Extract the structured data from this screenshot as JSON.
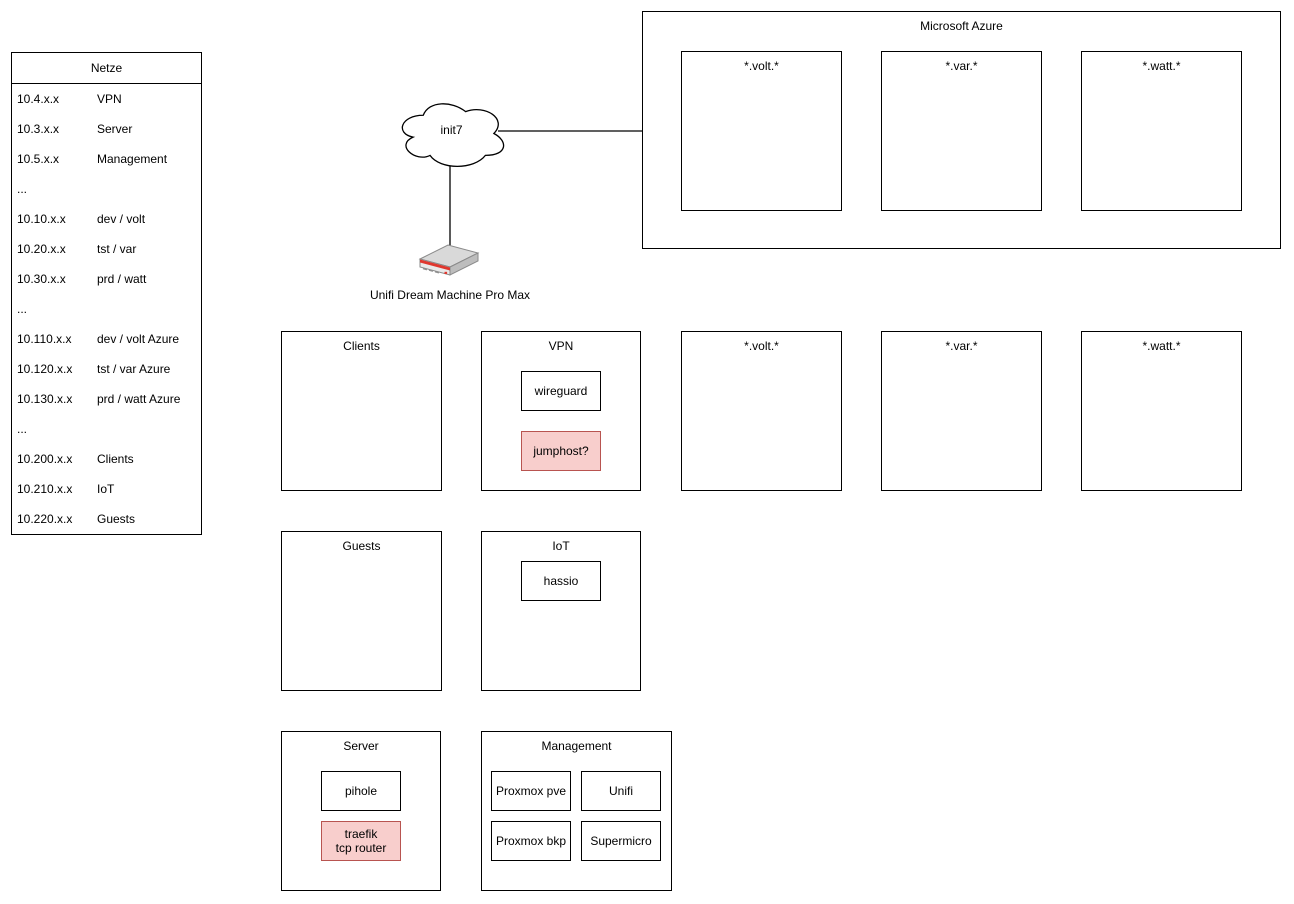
{
  "netze": {
    "title": "Netze",
    "rows": [
      {
        "ip": "10.4.x.x",
        "label": "VPN"
      },
      {
        "ip": "10.3.x.x",
        "label": "Server"
      },
      {
        "ip": "10.5.x.x",
        "label": "Management"
      },
      {
        "ip": "...",
        "label": ""
      },
      {
        "ip": "10.10.x.x",
        "label": "dev / volt"
      },
      {
        "ip": "10.20.x.x",
        "label": "tst / var"
      },
      {
        "ip": "10.30.x.x",
        "label": "prd / watt"
      },
      {
        "ip": "...",
        "label": ""
      },
      {
        "ip": "10.110.x.x",
        "label": "dev / volt Azure"
      },
      {
        "ip": "10.120.x.x",
        "label": "tst / var Azure"
      },
      {
        "ip": "10.130.x.x",
        "label": "prd / watt Azure"
      },
      {
        "ip": "...",
        "label": ""
      },
      {
        "ip": "10.200.x.x",
        "label": "Clients"
      },
      {
        "ip": "10.210.x.x",
        "label": "IoT"
      },
      {
        "ip": "10.220.x.x",
        "label": "Guests"
      }
    ]
  },
  "wan": {
    "cloud_label": "init7",
    "router_label": "Unifi Dream Machine Pro Max"
  },
  "azure": {
    "title": "Microsoft Azure",
    "zones": [
      {
        "label": "*.volt.*"
      },
      {
        "label": "*.var.*"
      },
      {
        "label": "*.watt.*"
      }
    ]
  },
  "networks": {
    "clients": {
      "title": "Clients"
    },
    "vpn": {
      "title": "VPN",
      "wireguard": "wireguard",
      "jumphost": "jumphost?"
    },
    "volt": {
      "title": "*.volt.*"
    },
    "var": {
      "title": "*.var.*"
    },
    "watt": {
      "title": "*.watt.*"
    },
    "guests": {
      "title": "Guests"
    },
    "iot": {
      "title": "IoT",
      "hassio": "hassio"
    },
    "server": {
      "title": "Server",
      "pihole": "pihole",
      "traefik_line1": "traefik",
      "traefik_line2": "tcp router"
    },
    "management": {
      "title": "Management",
      "proxmox_pve": "Proxmox pve",
      "unifi": "Unifi",
      "proxmox_bkp": "Proxmox bkp",
      "supermicro": "Supermicro"
    }
  },
  "colors": {
    "highlight_fill": "#f8cecc",
    "highlight_border": "#b85450",
    "line": "#000000",
    "router_accent": "#e0372e",
    "background": "#ffffff"
  }
}
